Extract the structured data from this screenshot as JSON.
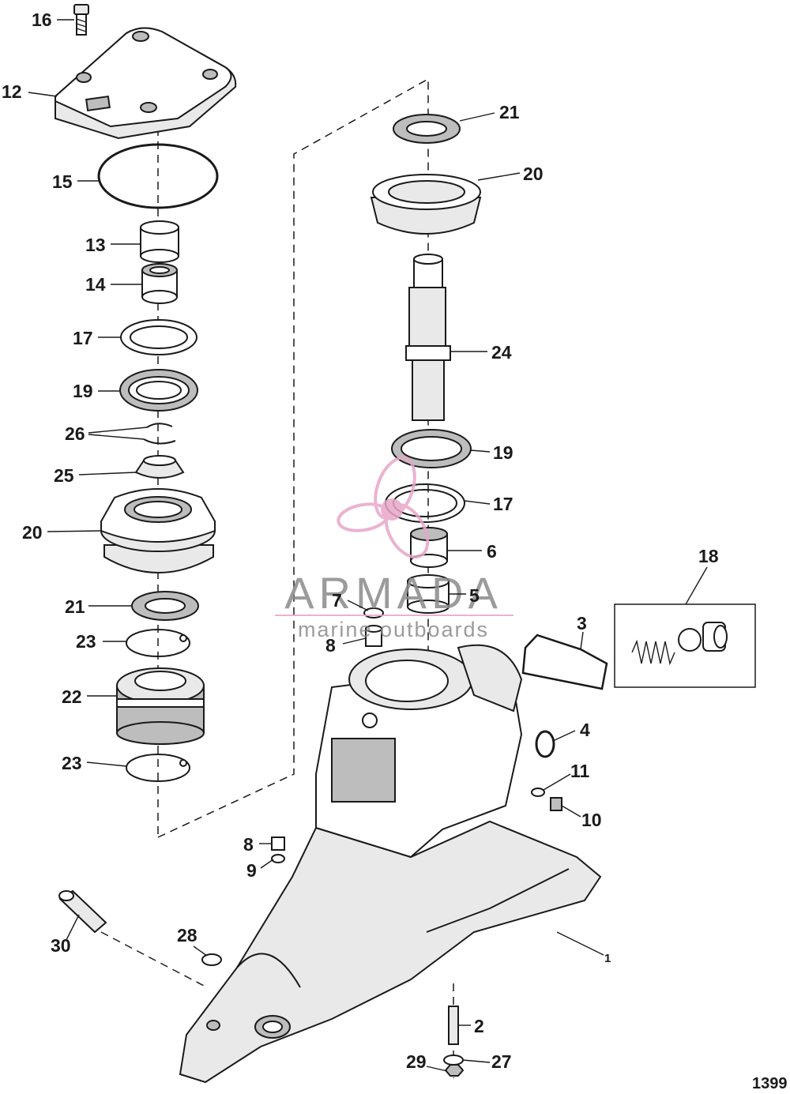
{
  "figure_number": "1399",
  "watermark": {
    "brand": "ARMADA",
    "tagline": "marine outboards",
    "accent_color": "#e8a6c8",
    "text_color": "#8a8a8a"
  },
  "callouts": {
    "c16": "16",
    "c12": "12",
    "c15": "15",
    "c13": "13",
    "c14": "14",
    "c17a": "17",
    "c19a": "19",
    "c26": "26",
    "c25": "25",
    "c20a": "20",
    "c21a": "21",
    "c23a": "23",
    "c22": "22",
    "c23b": "23",
    "c21b": "21",
    "c20b": "20",
    "c24": "24",
    "c19b": "19",
    "c17b": "17",
    "c6": "6",
    "c5": "5",
    "c7": "7",
    "c8a": "8",
    "c18": "18",
    "c3": "3",
    "c4": "4",
    "c11": "11",
    "c10": "10",
    "c8b": "8",
    "c9": "9",
    "c30": "30",
    "c28": "28",
    "c1": "1",
    "c2": "2",
    "c29": "29",
    "c27": "27"
  }
}
